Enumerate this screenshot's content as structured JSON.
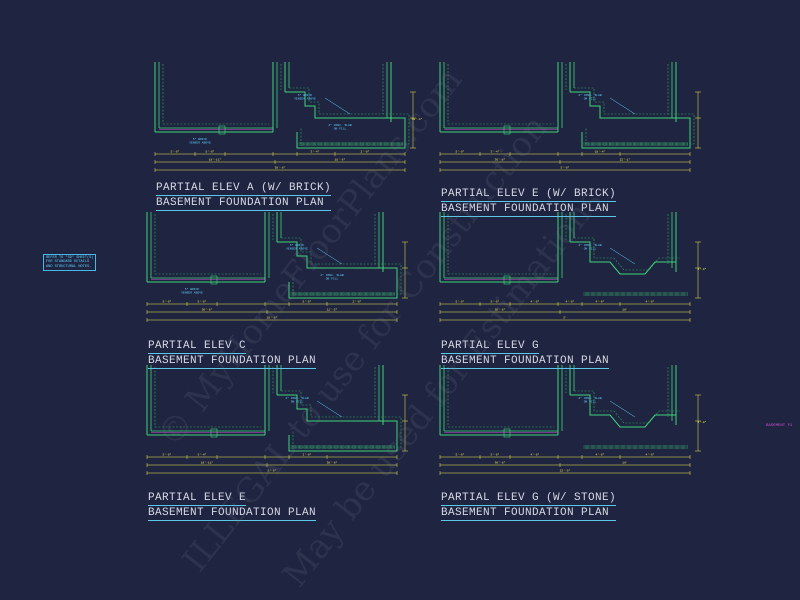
{
  "colors": {
    "background": "#1f2440",
    "wall": "#3fd57a",
    "wall_dashed": "#2ea864",
    "dimension": "#f2ef4c",
    "note": "#5dd3ff",
    "magenta": "#d24fd8",
    "title": "#d6d8e6",
    "underline": "#5cc6e8"
  },
  "general_note": {
    "lines": [
      "REFER TO \"SD\" SHEET(S)",
      "FOR STANDARD DETAILS",
      "AND STRUCTURAL NOTES."
    ]
  },
  "sheet_ref": "BASEMENT F1",
  "watermark": {
    "line1": "© MyHomeFloorPlans.com",
    "line2": "ILLEGAL to use for Construction",
    "line3": "May be used for Estimations"
  },
  "plans": [
    {
      "id": "a",
      "title1": "PARTIAL ELEV A (W/ BRICK)",
      "title2": "BASEMENT FOUNDATION PLAN",
      "notes": [
        "5\" BRICK VENEER ABOVE",
        "4\" CONC. SLAB ON FILL",
        "5\" BRICK VENEER ABOVE"
      ],
      "dims": [
        "18'-11\"",
        "18'-6\"",
        "38'-8\"",
        "5'-0\"",
        "5'-0\"",
        "3'-4\"",
        "2'-0\"",
        "18'-4\""
      ]
    },
    {
      "id": "e_brick",
      "title1": "PARTIAL ELEV E (W/ BRICK)",
      "title2": "BASEMENT FOUNDATION PLAN",
      "notes": [
        "4\" CONC. SLAB ON FILL"
      ],
      "dims": [
        "36'-8\"",
        "22'-1\"",
        "5'-0\"",
        "5'-0\"",
        "3'-4\"",
        "18'-4\""
      ]
    },
    {
      "id": "c",
      "title1": "PARTIAL ELEV C",
      "title2": "BASEMENT FOUNDATION PLAN",
      "notes": [
        "5\" BRICK VENEER ABOVE",
        "4\" CONC. SLAB ON FILL",
        "5\" BRICK VENEER ABOVE"
      ],
      "dims": [
        "36'-8\"",
        "11'-5\"",
        "10'-8\"",
        "5'-0\"",
        "5'-0\"",
        "5'-0\"",
        "2'-0\""
      ]
    },
    {
      "id": "g",
      "title1": "PARTIAL ELEV G",
      "title2": "BASEMENT FOUNDATION PLAN",
      "notes": [
        "4\" CONC. SLAB ON FILL"
      ],
      "dims": [
        "36'-8\"",
        "18'",
        "5'",
        "5'-0\"",
        "5'-0\"",
        "4'-0\"",
        "4'-0\"",
        "4'-0\"",
        "4'-0\"",
        "4'-0\""
      ]
    },
    {
      "id": "e",
      "title1": "PARTIAL ELEV E",
      "title2": "BASEMENT FOUNDATION PLAN",
      "notes": [
        "4\" CONC. SLAB ON FILL"
      ],
      "dims": [
        "18'-11\"",
        "38'-8\"",
        "5'-0\"",
        "5'-0\"",
        "3'-4\"",
        "2'-0\""
      ]
    },
    {
      "id": "g_stone",
      "title1": "PARTIAL ELEV G (W/ STONE)",
      "title2": "BASEMENT FOUNDATION PLAN",
      "notes": [
        "4\" CONC. SLAB ON FILL"
      ],
      "dims": [
        "36'-8\"",
        "18'",
        "22'-0\"",
        "5'-0\"",
        "5'-0\"",
        "4'-0\"",
        "4'-0\"",
        "4'-0\"",
        "4'-0\""
      ]
    }
  ]
}
